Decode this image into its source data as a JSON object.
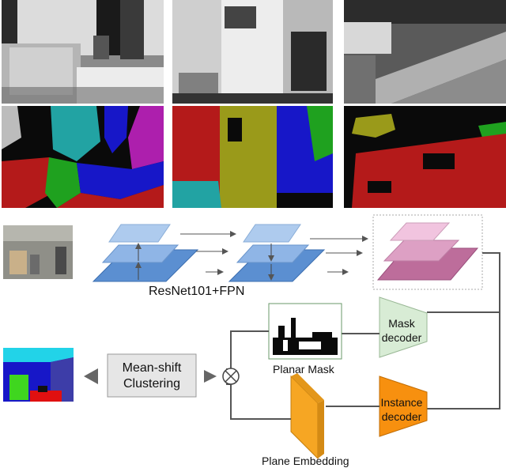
{
  "labels": {
    "backbone": "ResNet101+FPN",
    "mask_decoder_line1": "Mask",
    "mask_decoder_line2": "decoder",
    "instance_decoder_line1": "Instance",
    "instance_decoder_line2": "decoder",
    "mean_shift_line1": "Mean-shift",
    "mean_shift_line2": "Clustering",
    "planar_mask": "Planar Mask",
    "plane_embedding": "Plane Embedding"
  },
  "colors": {
    "fpn_light": "#aecbee",
    "fpn_mid": "#8fb5e6",
    "fpn_dark": "#5b8fd1",
    "output_light": "#f1c4df",
    "output_mid": "#dda0c4",
    "output_dark": "#bd6d9b",
    "mask_decoder": "#d8ecd5",
    "instance_decoder": "#f7900f",
    "embedding": "#f6a623",
    "cluster_box": "#e6e6e6",
    "arrow": "#555555"
  },
  "segmentation_palette": [
    "#0a0a0a",
    "#b41a1a",
    "#1717c8",
    "#22a3a3",
    "#9a9a1a",
    "#1fa11f",
    "#ad1fad",
    "#bcbcbc"
  ]
}
